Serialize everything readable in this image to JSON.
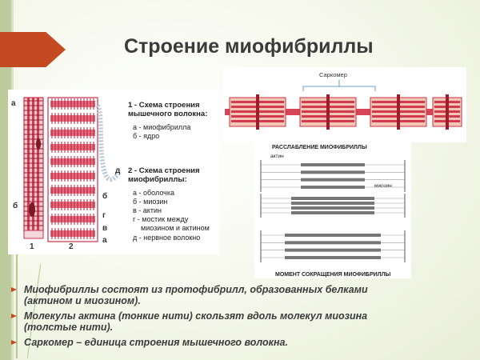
{
  "slide": {
    "title": "Строение миофибриллы",
    "colors": {
      "accent": "#c44a22",
      "muscle": "#c8304a",
      "strip": "#bccb9b"
    }
  },
  "figure_left": {
    "markers": [
      "а",
      "б",
      "в",
      "а",
      "г",
      "б",
      "д"
    ],
    "numbers": [
      "1",
      "2"
    ],
    "caption1_lines": [
      "1 - Схема строения",
      "мышечного волокна:"
    ],
    "legend1": [
      "а - миофибрилла",
      "б - ядро"
    ],
    "caption2_lines": [
      "2 - Схема строения",
      "миофибриллы:"
    ],
    "legend2": [
      "а - оболочка",
      "б - миозин",
      "в - актин",
      "г - мостик между",
      "миозином и актином",
      "д - нервное волокно"
    ]
  },
  "figure_sarcomere": {
    "label": "Саркомер"
  },
  "figure_contraction": {
    "top_label": "РАССЛАБЛЕНИЕ МИОФИБРИЛЛЫ",
    "actin_label": "актин",
    "myosin_label": "миозин",
    "bottom_label": "МОМЕНТ СОКРАЩЕНИЯ МИОФИБРИЛЛЫ"
  },
  "bullets": [
    {
      "lines": [
        "Миофибриллы состоят из протофибрилл, образованных белками",
        "(актином и миозином)."
      ]
    },
    {
      "lines": [
        "Молекулы актина (тонкие нити) скользят вдоль молекул миозина",
        "(толстые нити)."
      ]
    },
    {
      "lines": [
        "Саркомер – единица строения мышечного волокна."
      ]
    }
  ]
}
